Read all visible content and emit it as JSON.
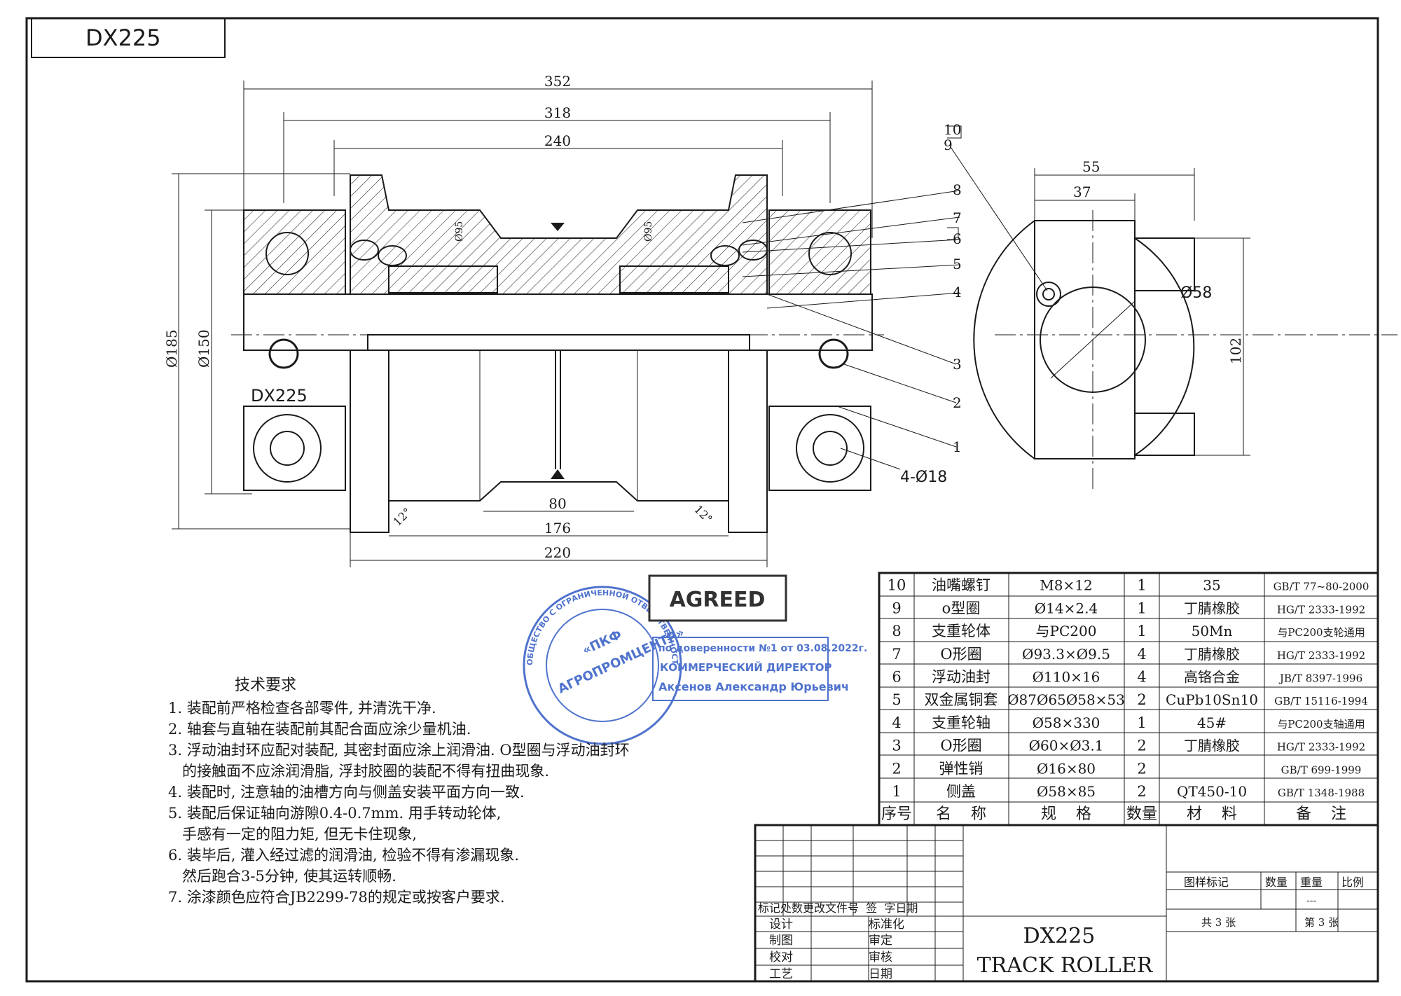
{
  "header_box": {
    "code": "DX225"
  },
  "main_view": {
    "label": "DX225",
    "dims": {
      "d352": "352",
      "d318": "318",
      "d240": "240",
      "d80": "80",
      "d176": "176",
      "d220": "220",
      "phi185": "Ø185",
      "phi150": "Ø150",
      "angle_left": "12°",
      "angle_right": "12°",
      "holes": "4-Ø18",
      "phi95_left": "Ø95",
      "phi95_right": "Ø95"
    },
    "leaders": [
      "10",
      "9",
      "8",
      "7",
      "6",
      "5",
      "4",
      "3",
      "2",
      "1"
    ]
  },
  "side_view": {
    "d55": "55",
    "d37": "37",
    "phi58": "Ø58",
    "d102": "102"
  },
  "tech_requirements": {
    "title": "技术要求",
    "items": [
      "1. 装配前严格检查各部零件, 并清洗干净.",
      "2. 轴套与直轴在装配前其配合面应涂少量机油.",
      "3. 浮动油封环应配对装配, 其密封面应涂上润滑油. O型圈与浮动油封环",
      "   的接触面不应涂润滑脂, 浮封胶圈的装配不得有扭曲现象.",
      "4. 装配时, 注意轴的油槽方向与侧盖安装平面方向一致.",
      "5. 装配后保证轴向游隙0.4-0.7mm. 用手转动轮体,",
      "   手感有一定的阻力矩, 但无卡住现象,",
      "6. 装毕后, 灌入经过滤的润滑油, 检验不得有渗漏现象.",
      "   然后跑合3-5分钟, 使其运转顺畅.",
      "7. 涂漆颜色应符合JB2299-78的规定或按客户要求."
    ]
  },
  "stamp": {
    "agreed": "AGREED",
    "ring_text": "ОБЩЕСТВО С ОГРАНИЧЕННОЙ ОТВЕТСТВЕННОСТЬЮ  ОГРН 1152468006165",
    "center_top": "«ПКФ",
    "center_bottom": "АГРОПРОМЦЕНТР»",
    "line1": "по доверенности №1 от 03.08.2022г.",
    "line2": "КОММЕРЧЕСКИЙ ДИРЕКТОР",
    "line3": "Аксенов Александр Юрьевич"
  },
  "bom": {
    "header": [
      "序号",
      "名    称",
      "规    格",
      "数量",
      "材    料",
      "备    注"
    ],
    "rows": [
      [
        "10",
        "油嘴螺钉",
        "M8×12",
        "1",
        "35",
        "GB/T 77~80-2000"
      ],
      [
        "9",
        "o型圈",
        "Ø14×2.4",
        "1",
        "丁腈橡胶",
        "HG/T 2333-1992"
      ],
      [
        "8",
        "支重轮体",
        "与PC200",
        "1",
        "50Mn",
        "与PC200支轮通用"
      ],
      [
        "7",
        "O形圈",
        "Ø93.3×Ø9.5",
        "4",
        "丁腈橡胶",
        "HG/T 2333-1992"
      ],
      [
        "6",
        "浮动油封",
        "Ø110×16",
        "4",
        "高铬合金",
        "JB/T 8397-1996"
      ],
      [
        "5",
        "双金属铜套",
        "Ø87Ø65Ø58×53",
        "2",
        "CuPb10Sn10",
        "GB/T 15116-1994"
      ],
      [
        "4",
        "支重轮轴",
        "Ø58×330",
        "1",
        "45#",
        "与PC200支轴通用"
      ],
      [
        "3",
        "O形圈",
        "Ø60×Ø3.1",
        "2",
        "丁腈橡胶",
        "HG/T 2333-1992"
      ],
      [
        "2",
        "弹性销",
        "Ø16×80",
        "2",
        "",
        "GB/T 699-1999"
      ],
      [
        "1",
        "侧盖",
        "Ø58×85",
        "2",
        "QT450-10",
        "GB/T 1348-1988"
      ]
    ]
  },
  "title_block": {
    "change_header": "标记处数更改文件号  签  字日期",
    "design": "设计",
    "standard": "标准化",
    "draw": "制图",
    "review": "审定",
    "check": "校对",
    "audit": "审核",
    "craft": "工艺",
    "date": "日期",
    "drawing_no": "DX225",
    "drawing_name": "TRACK ROLLER",
    "mark": "图样标记",
    "qty": "数量",
    "weight": "重量",
    "scale": "比例",
    "scale_value": "---",
    "total_sheets": "共 3 张",
    "sheet": "第 3 张"
  }
}
